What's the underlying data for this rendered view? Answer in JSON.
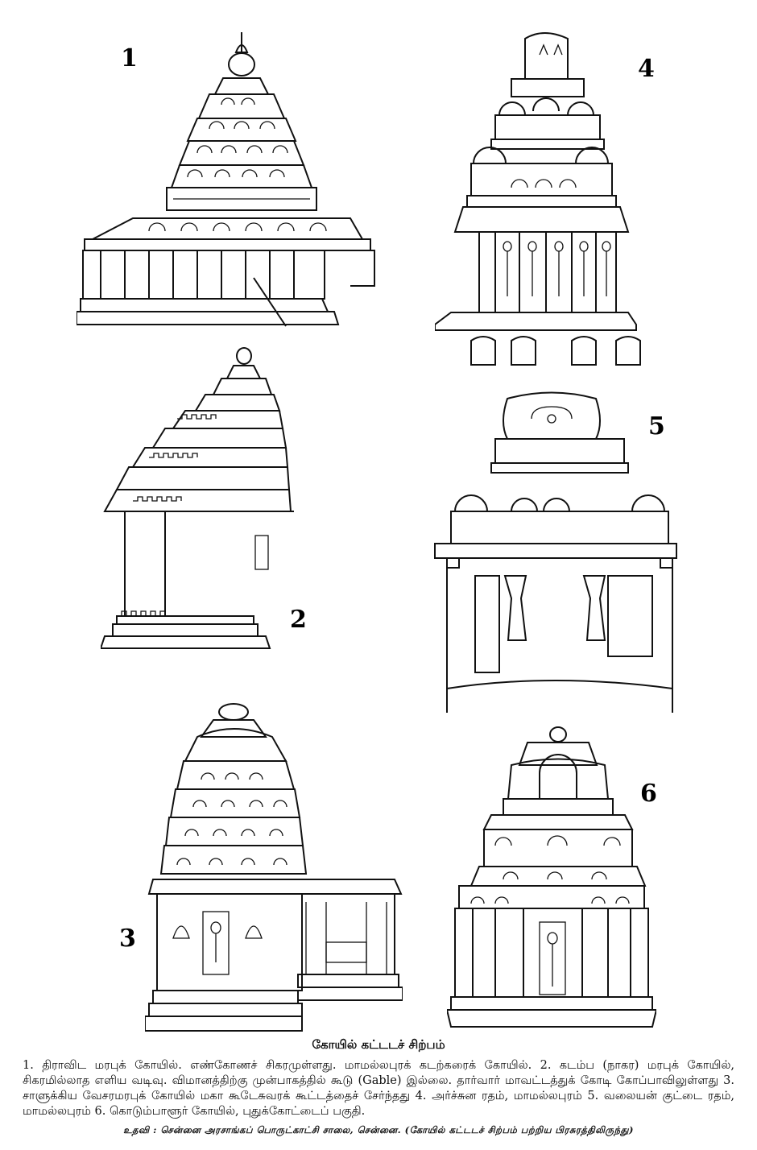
{
  "figures": [
    {
      "number": "1"
    },
    {
      "number": "2"
    },
    {
      "number": "3"
    },
    {
      "number": "4"
    },
    {
      "number": "5"
    },
    {
      "number": "6"
    }
  ],
  "caption": {
    "title": "கோயில் கட்டடச் சிற்பம்",
    "body": "1. திராவிட மரபுக் கோயில். எண்கோணச் சிகரமுள்ளது. மாமல்லபுரக் கடற்கரைக் கோயில். 2. கடம்ப (நாகர) மரபுக் கோயில், சிகரமில்லாத எளிய வடிவு. விமானத்திற்கு முன்பாகத்தில் கூடு (Gable) இல்லை. தார்வார் மாவட்டத்துக் கோடி கோப்பாவிலுள்ளது 3. சாளுக்கிய வேசரமரபுக் கோயில் மகா கூடேசுவரக் கூட்டத்தைச் சேர்ந்தது 4. அர்ச்சுன ரதம், மாமல்லபுரம் 5. வலையன் குட்டை ரதம், மாமல்லபுரம் 6. கொடும்பாளூர் கோயில், புதுக்கோட்டைப் பகுதி.",
    "credit": "உதவி : சென்னை அரசாங்கப் பொருட்காட்சி சாலை, சென்னை. (கோயில் கட்டடச் சிற்பம் பற்றிய பிரசுரத்திலிருந்து)"
  }
}
